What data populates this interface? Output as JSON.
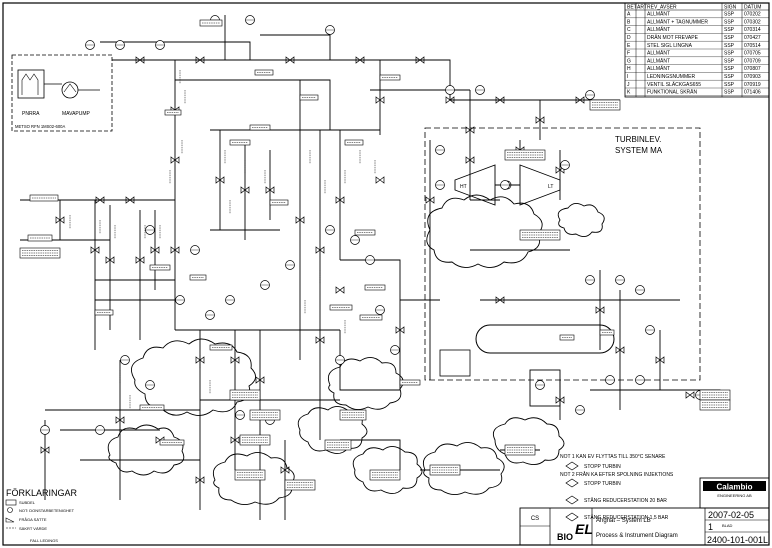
{
  "revision_table": {
    "headers": [
      "BET",
      "ART",
      "REV_AVSER",
      "SIGN",
      "DATUM"
    ],
    "rows": [
      {
        "bet": "A",
        "avser": "ALLMÄNT",
        "sign": "SSP",
        "datum": "070202"
      },
      {
        "bet": "B",
        "avser": "ALLMÄNT + TAGNUMMER",
        "sign": "SSP",
        "datum": "070302"
      },
      {
        "bet": "C",
        "avser": "ALLMÄNT",
        "sign": "SSP",
        "datum": "070314"
      },
      {
        "bet": "D",
        "avser": "DRÄN MOT FREVAPE",
        "sign": "SSP",
        "datum": "070427"
      },
      {
        "bet": "E",
        "avser": "STEL SIGL LINGNA",
        "sign": "SSP",
        "datum": "070514"
      },
      {
        "bet": "F",
        "avser": "ALLMÄNT",
        "sign": "SSP",
        "datum": "070705"
      },
      {
        "bet": "G",
        "avser": "ALLMÄNT",
        "sign": "SSP",
        "datum": "070709"
      },
      {
        "bet": "H",
        "avser": "ALLMÄNT",
        "sign": "SSP",
        "datum": "070807"
      },
      {
        "bet": "I",
        "avser": "LEDNINGSNUMMER",
        "sign": "SSP",
        "datum": "070903"
      },
      {
        "bet": "J",
        "avser": "VENTIL SLÄCKGAS655",
        "sign": "SSP",
        "datum": "070919"
      },
      {
        "bet": "K",
        "avser": "FUNKTIONAL SKRÄN",
        "sign": "SSP",
        "datum": "071406"
      }
    ]
  },
  "diagram": {
    "turbine_title_1": "TURBINLEV.",
    "turbine_title_2": "SYSTEM MA",
    "pump_label_1": "PNRRA",
    "pump_label_2": "MAVAPUMP",
    "pump_ref": "METSO RFN 1MS02-600A",
    "hp_label": "HT",
    "lt_label": "LT",
    "legend_title": "FÖRKLARINGAR",
    "legend_lines": [
      "SUBDEL",
      "NOT: DONSTARBETENIGHET",
      "FRÅGA SÄTTE",
      "SÄKRT VÄRDE"
    ],
    "drawn_by": "FALL LEDINGS"
  },
  "notes": {
    "not1": "NOT 1  KAN EV FLYTTAS TILL 350°C SENARE",
    "not2": "NOT 2  FRÅN KA EFTER SPOLNING INJEKTIONS",
    "key_items": [
      "STOPP TURBIN",
      "STOPP TURBIN",
      "STÅNG REDUCERSTATION 20 BAR",
      "STÅNG REDUCERSTATION 1,5 BAR"
    ]
  },
  "title_block": {
    "company": "Calambio",
    "company_sub": "ENGINEERING AB",
    "project": "Ångnät – System LB",
    "doc_type": "Process & Instrument Diagram",
    "date": "2007-02-05",
    "sheet": "1",
    "drawing_number": "2400-101-001L",
    "logo_left": "BIO",
    "logo_right": "EL",
    "drawn_code": "CS",
    "scale_label": "BLAD"
  },
  "colors": {
    "ink": "#000000",
    "paper": "#ffffff"
  }
}
